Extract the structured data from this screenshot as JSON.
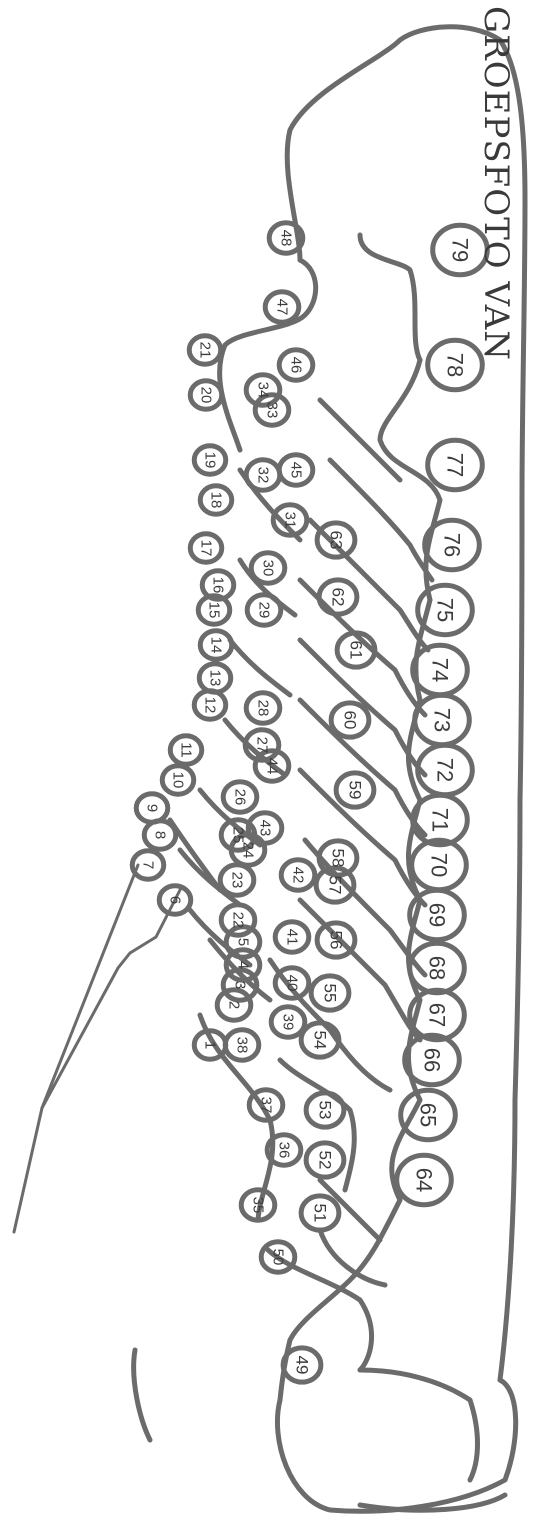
{
  "title": "GROEPSFOTO VAN",
  "ink_color": "#6b6b6b",
  "people": [
    {
      "id": "1",
      "label": "1"
    },
    {
      "id": "2",
      "label": "2"
    },
    {
      "id": "3",
      "label": "3"
    },
    {
      "id": "4",
      "label": "4"
    },
    {
      "id": "5",
      "label": "5"
    },
    {
      "id": "6",
      "label": "6"
    },
    {
      "id": "7",
      "label": "7"
    },
    {
      "id": "8",
      "label": "8"
    },
    {
      "id": "9",
      "label": "9"
    },
    {
      "id": "10",
      "label": "10"
    },
    {
      "id": "11",
      "label": "11"
    },
    {
      "id": "12",
      "label": "12"
    },
    {
      "id": "13",
      "label": "13"
    },
    {
      "id": "14",
      "label": "14"
    },
    {
      "id": "15",
      "label": "15"
    },
    {
      "id": "16",
      "label": "16"
    },
    {
      "id": "17",
      "label": "17"
    },
    {
      "id": "18",
      "label": "18"
    },
    {
      "id": "19",
      "label": "19"
    },
    {
      "id": "20",
      "label": "20"
    },
    {
      "id": "21",
      "label": "21"
    },
    {
      "id": "22",
      "label": "22"
    },
    {
      "id": "23",
      "label": "23"
    },
    {
      "id": "24",
      "label": "24"
    },
    {
      "id": "25",
      "label": "25"
    },
    {
      "id": "26",
      "label": "26"
    },
    {
      "id": "27",
      "label": "27"
    },
    {
      "id": "28",
      "label": "28"
    },
    {
      "id": "29",
      "label": "29"
    },
    {
      "id": "30",
      "label": "30"
    },
    {
      "id": "31",
      "label": "31"
    },
    {
      "id": "32",
      "label": "32"
    },
    {
      "id": "33",
      "label": "33"
    },
    {
      "id": "34",
      "label": "34"
    },
    {
      "id": "35",
      "label": "35"
    },
    {
      "id": "36",
      "label": "36"
    },
    {
      "id": "37",
      "label": "37"
    },
    {
      "id": "38",
      "label": "38"
    },
    {
      "id": "39",
      "label": "39"
    },
    {
      "id": "40",
      "label": "40"
    },
    {
      "id": "41",
      "label": "41"
    },
    {
      "id": "42",
      "label": "42"
    },
    {
      "id": "43",
      "label": "43"
    },
    {
      "id": "44",
      "label": "44"
    },
    {
      "id": "45",
      "label": "45"
    },
    {
      "id": "46",
      "label": "46"
    },
    {
      "id": "47",
      "label": "47"
    },
    {
      "id": "48",
      "label": "48"
    },
    {
      "id": "49",
      "label": "49"
    },
    {
      "id": "50",
      "label": "50"
    },
    {
      "id": "51",
      "label": "51"
    },
    {
      "id": "52",
      "label": "52"
    },
    {
      "id": "53",
      "label": "53"
    },
    {
      "id": "54",
      "label": "54"
    },
    {
      "id": "55",
      "label": "55"
    },
    {
      "id": "56",
      "label": "56"
    },
    {
      "id": "57",
      "label": "57"
    },
    {
      "id": "58",
      "label": "58"
    },
    {
      "id": "59",
      "label": "59"
    },
    {
      "id": "60",
      "label": "60"
    },
    {
      "id": "61",
      "label": "61"
    },
    {
      "id": "62",
      "label": "62"
    },
    {
      "id": "63",
      "label": "63"
    },
    {
      "id": "64",
      "label": "64"
    },
    {
      "id": "65",
      "label": "65"
    },
    {
      "id": "66",
      "label": "66"
    },
    {
      "id": "67",
      "label": "67"
    },
    {
      "id": "68",
      "label": "68"
    },
    {
      "id": "69",
      "label": "69"
    },
    {
      "id": "70",
      "label": "70"
    },
    {
      "id": "71",
      "label": "71"
    },
    {
      "id": "72",
      "label": "72"
    },
    {
      "id": "73",
      "label": "73"
    },
    {
      "id": "74",
      "label": "74"
    },
    {
      "id": "75",
      "label": "75"
    },
    {
      "id": "76",
      "label": "76"
    },
    {
      "id": "77",
      "label": "77"
    },
    {
      "id": "78",
      "label": "78"
    },
    {
      "id": "79",
      "label": "79"
    }
  ]
}
